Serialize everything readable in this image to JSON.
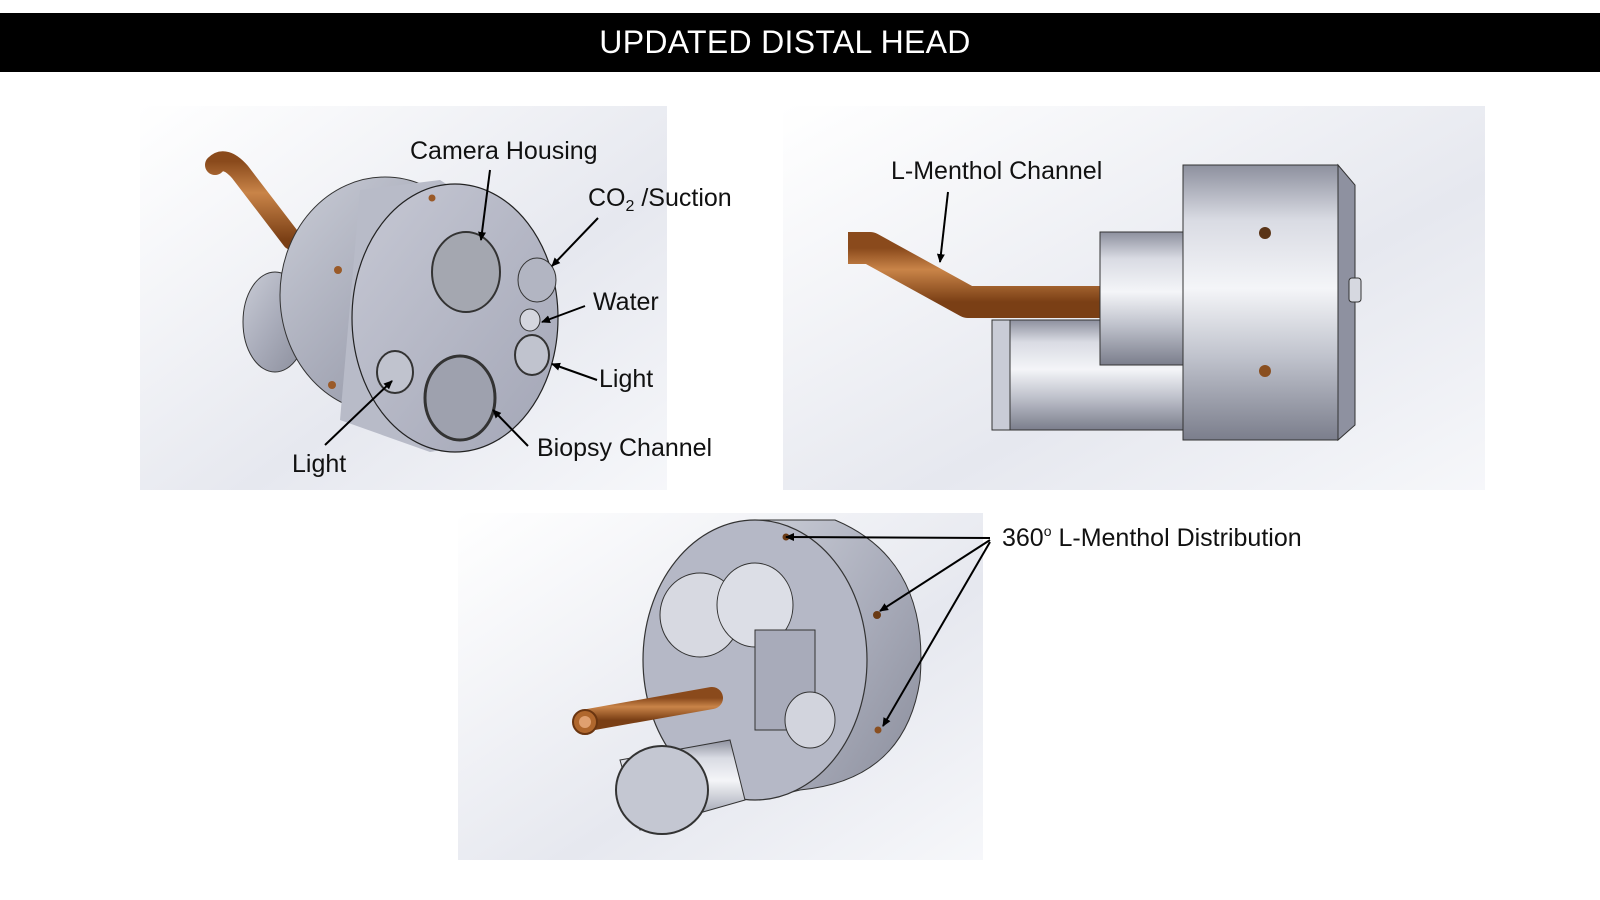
{
  "title": "UPDATED DISTAL HEAD",
  "front_view": {
    "labels": {
      "camera_housing": "Camera Housing",
      "co2": "CO",
      "co2_subscript": "2",
      "suction": " /Suction",
      "water": "Water",
      "light_right": "Light",
      "light_left": "Light",
      "biopsy_channel": "Biopsy Channel"
    }
  },
  "side_view": {
    "labels": {
      "l_menthol_channel": "L-Menthol Channel"
    }
  },
  "rear_view": {
    "labels": {
      "distribution_prefix": "360",
      "distribution_superscript": "o",
      "distribution_suffix": " L-Menthol Distribution"
    }
  },
  "colors": {
    "title_bar": "#000000",
    "metal": "#b9bcc8",
    "copper": "#b0672d",
    "arrow": "#000000"
  }
}
